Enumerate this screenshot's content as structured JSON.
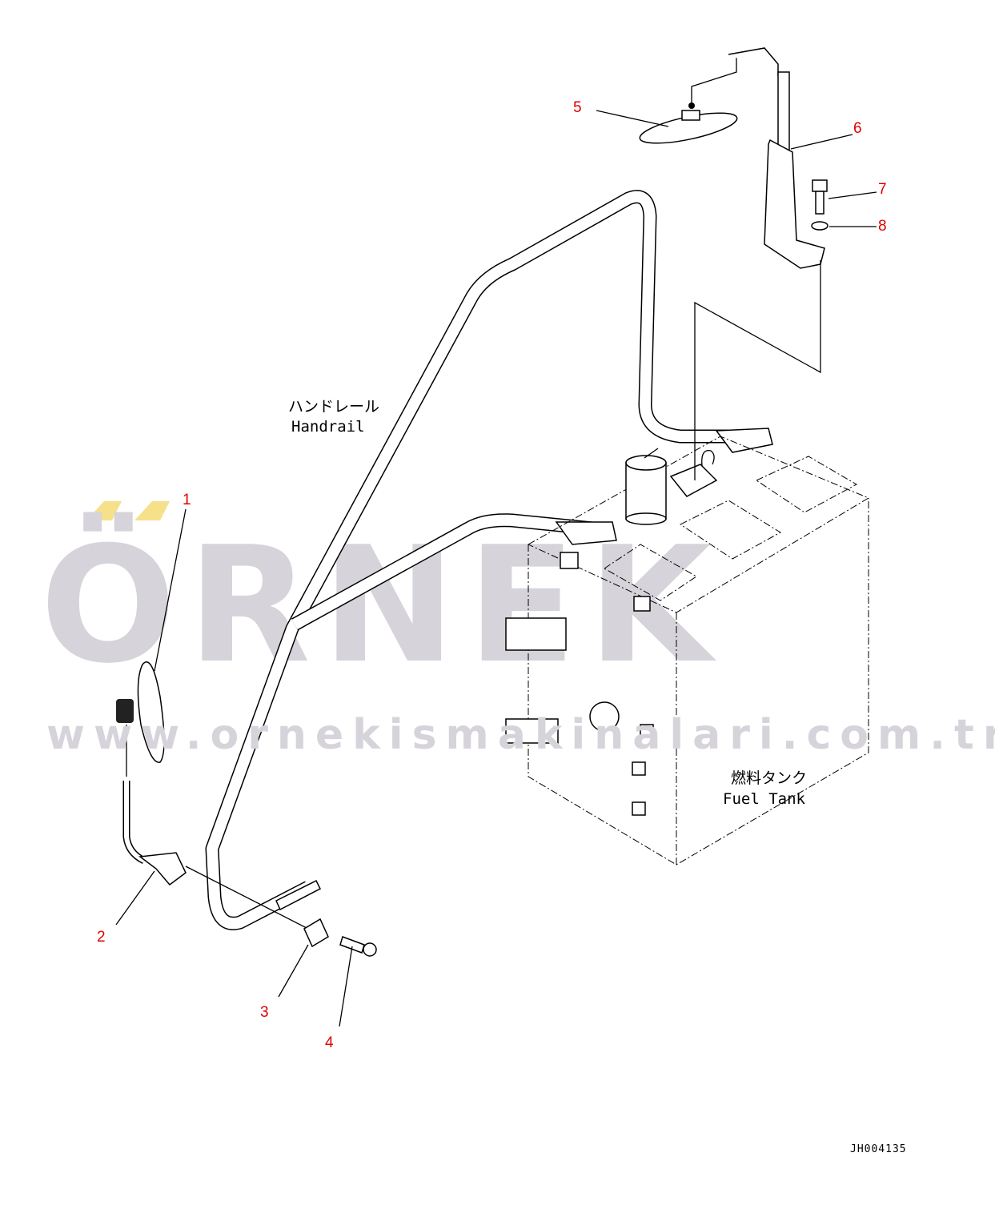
{
  "watermark": {
    "brand": "ÖRNEK",
    "url": "www.ornekismakinalari.com.tr",
    "color": "#d6d4da",
    "accent": "#f7e08a"
  },
  "labels": {
    "handrail_jp": "ハンドレール",
    "handrail_en": "Handrail",
    "fuel_tank_jp": "燃料タンク",
    "fuel_tank_en": "Fuel Tank"
  },
  "callouts": [
    "1",
    "2",
    "3",
    "4",
    "5",
    "6",
    "7",
    "8"
  ],
  "callout_color": "#e00000",
  "drawing_code": "JH004135"
}
